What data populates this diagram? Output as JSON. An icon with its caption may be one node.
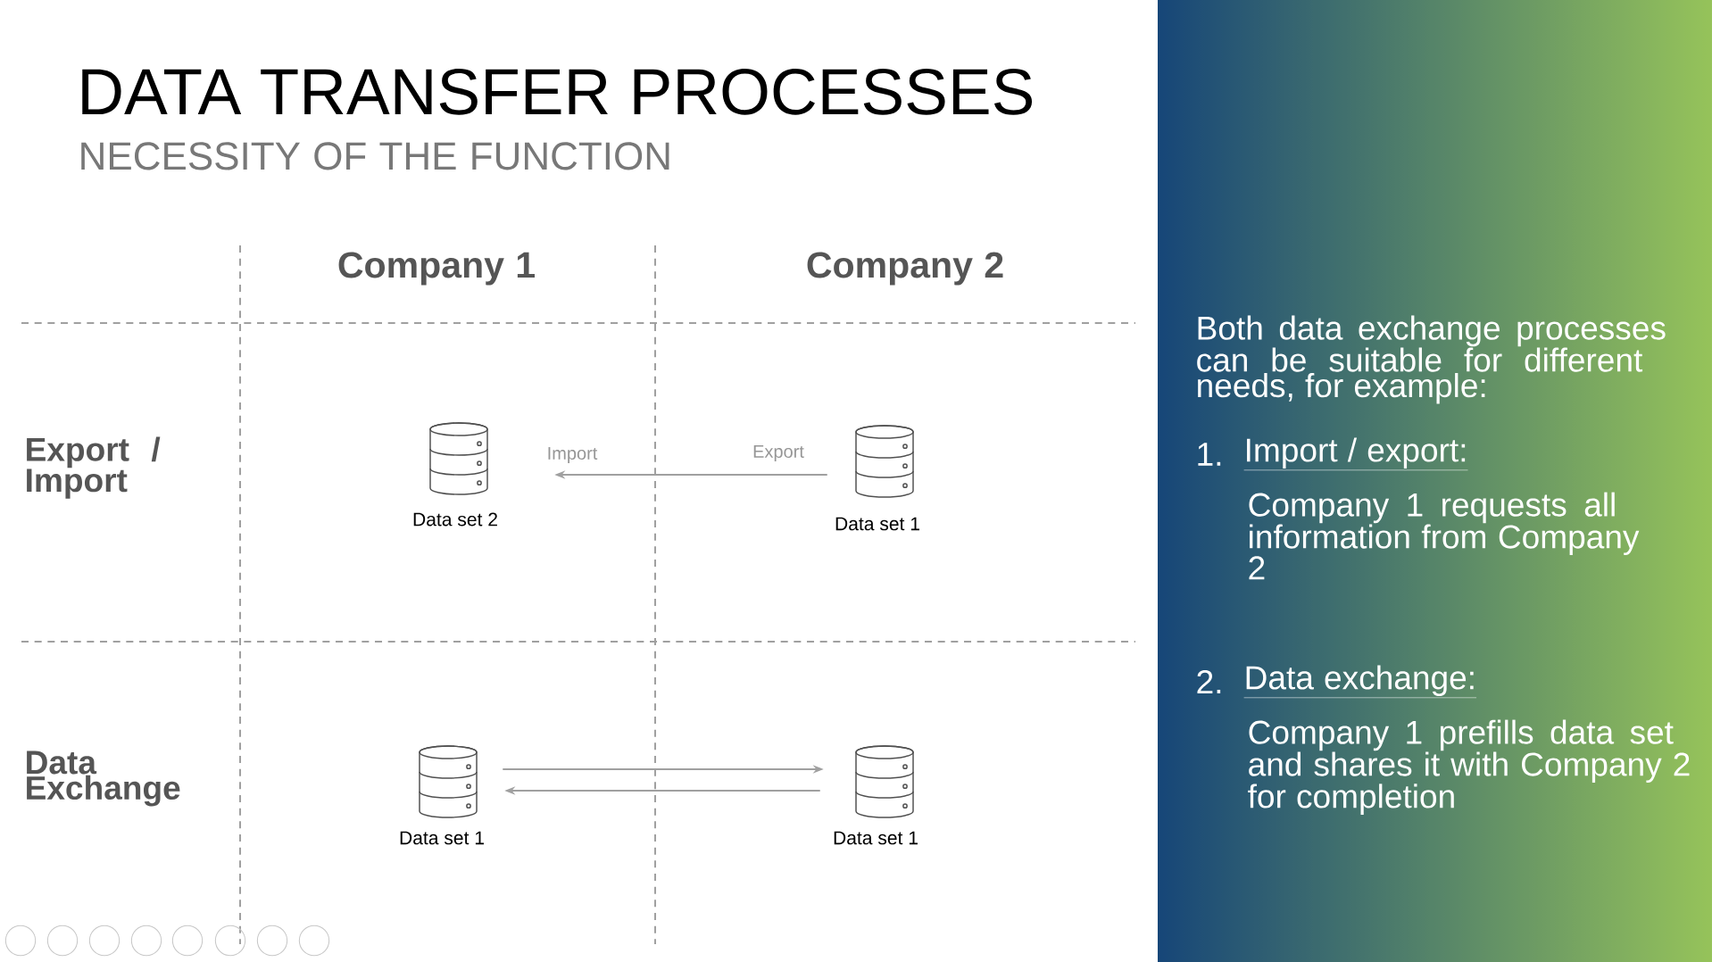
{
  "diagram": {
    "title": "DATA TRANSFER PROCESSES",
    "nodes": [
      {
        "text": [],
        "shape": "cylinder",
        "beside": [
          "Data set 2"
        ]
      },
      {
        "text": [],
        "shape": "cylinder",
        "beside": [
          "Data set 1"
        ]
      },
      {
        "text": [],
        "shape": "cylinder",
        "beside": [
          "Data set 1"
        ]
      },
      {
        "text": [],
        "shape": "cylinder",
        "beside": [
          "Data set 1"
        ]
      }
    ],
    "edges": [
      {
        "from": 1,
        "to": 0,
        "arrow": "to",
        "label": "Export"
      },
      {
        "from": 2,
        "to": 3,
        "arrow": "to"
      },
      {
        "from": 3,
        "to": 2,
        "arrow": "to"
      }
    ],
    "labels": [
      "NECESSITY OF THE FUNCTION",
      "Company 1",
      "Company 2",
      "Export / Import",
      "Data Exchange",
      "Import",
      "Both data exchange processes can be suitable for different needs, for example:",
      "1.",
      "Import / export:",
      "Company 1 requests all information from Company 2",
      "2.",
      "Data exchange:",
      "Company 1 prefills data set and shares it with Company 2 for completion"
    ]
  }
}
